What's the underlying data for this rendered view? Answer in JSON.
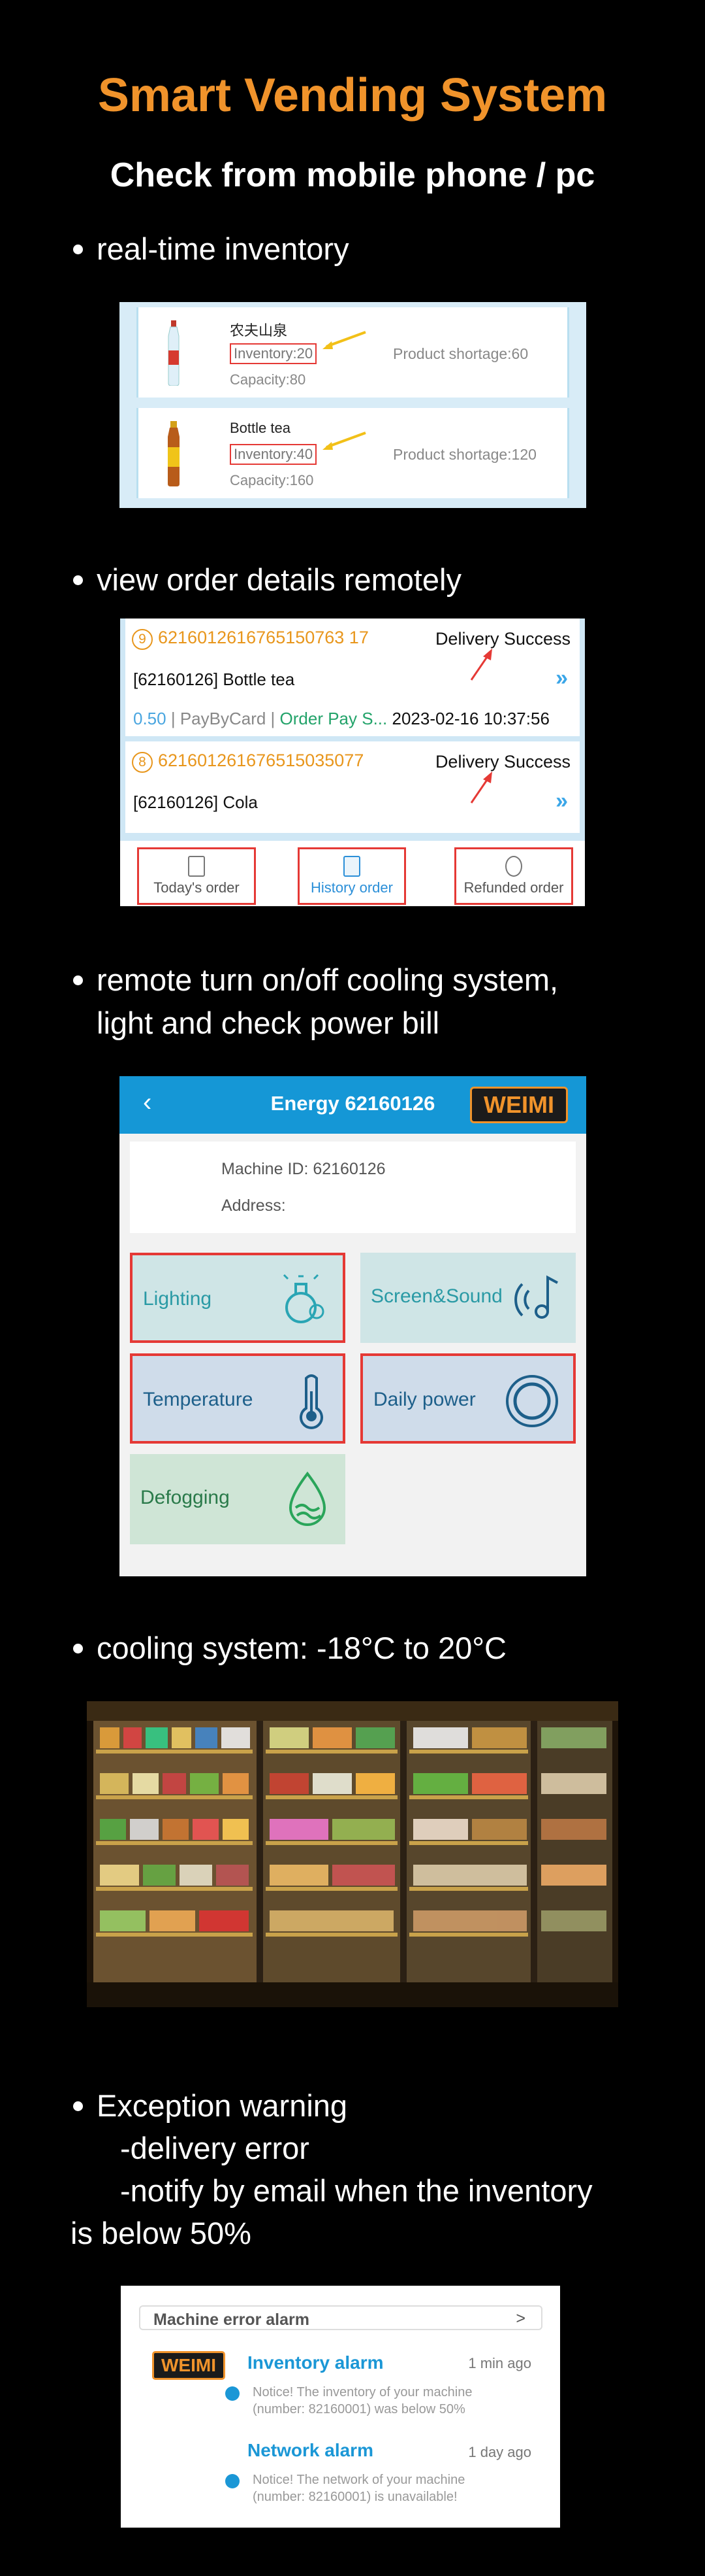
{
  "header": {
    "title": "Smart Vending System",
    "subtitle": "Check from mobile phone / pc"
  },
  "sections": {
    "s1": "real-time inventory",
    "s2": "view order details remotely",
    "s3_line1": "remote turn on/off cooling system,",
    "s3_line2": "light and check power bill",
    "s4": "cooling system: -18°C to 20°C",
    "s5_line1": "Exception warning",
    "s5_line2": "-delivery error",
    "s5_line3": "-notify by email when the inventory",
    "s5_line4": "is below 50%"
  },
  "inventory": {
    "items": [
      {
        "name": "农夫山泉",
        "inventory": "Inventory:20",
        "capacity": "Capacity:80",
        "shortage": "Product shortage:60"
      },
      {
        "name": "Bottle tea",
        "inventory": "Inventory:40",
        "capacity": "Capacity:160",
        "shortage": "Product shortage:120"
      }
    ]
  },
  "orders": {
    "items": [
      {
        "index": "9",
        "id": "6216012616765150763 17",
        "status": "Delivery Success",
        "product": "[62160126] Bottle tea",
        "amount": "0.50",
        "pay": "PayByCard",
        "pay_status": "Order Pay S...",
        "datetime": "2023-02-16 10:37:56"
      },
      {
        "index": "8",
        "id": "621601261676515035077",
        "status": "Delivery Success",
        "product": "[62160126] Cola"
      }
    ],
    "tabs": [
      "Today's order",
      "History order",
      "Refunded order"
    ],
    "chevron": "»",
    "separator": " | "
  },
  "energy": {
    "back": "‹",
    "title": "Energy 62160126",
    "logo": "WEIMI",
    "machine_id": "Machine ID: 62160126",
    "address": "Address:",
    "tiles": {
      "lighting": "Lighting",
      "screen_sound": "Screen&Sound",
      "temperature": "Temperature",
      "daily_power": "Daily power",
      "defogging": "Defogging"
    }
  },
  "alarm": {
    "bar_title": "Machine error alarm",
    "bar_chevron": ">",
    "logo": "WEIMI",
    "items": [
      {
        "name": "Inventory alarm",
        "time": "1 min ago",
        "msg1": "Notice! The inventory of your machine",
        "msg2": "(number: 82160001) was below 50%"
      },
      {
        "name": "Network alarm",
        "time": "1 day ago",
        "msg1": "Notice! The network of your machine",
        "msg2": "(number: 82160001) is unavailable!"
      }
    ]
  },
  "colors": {
    "accent": "#f0932b",
    "app_blue": "#1597d6",
    "alert_red": "#e53935"
  }
}
